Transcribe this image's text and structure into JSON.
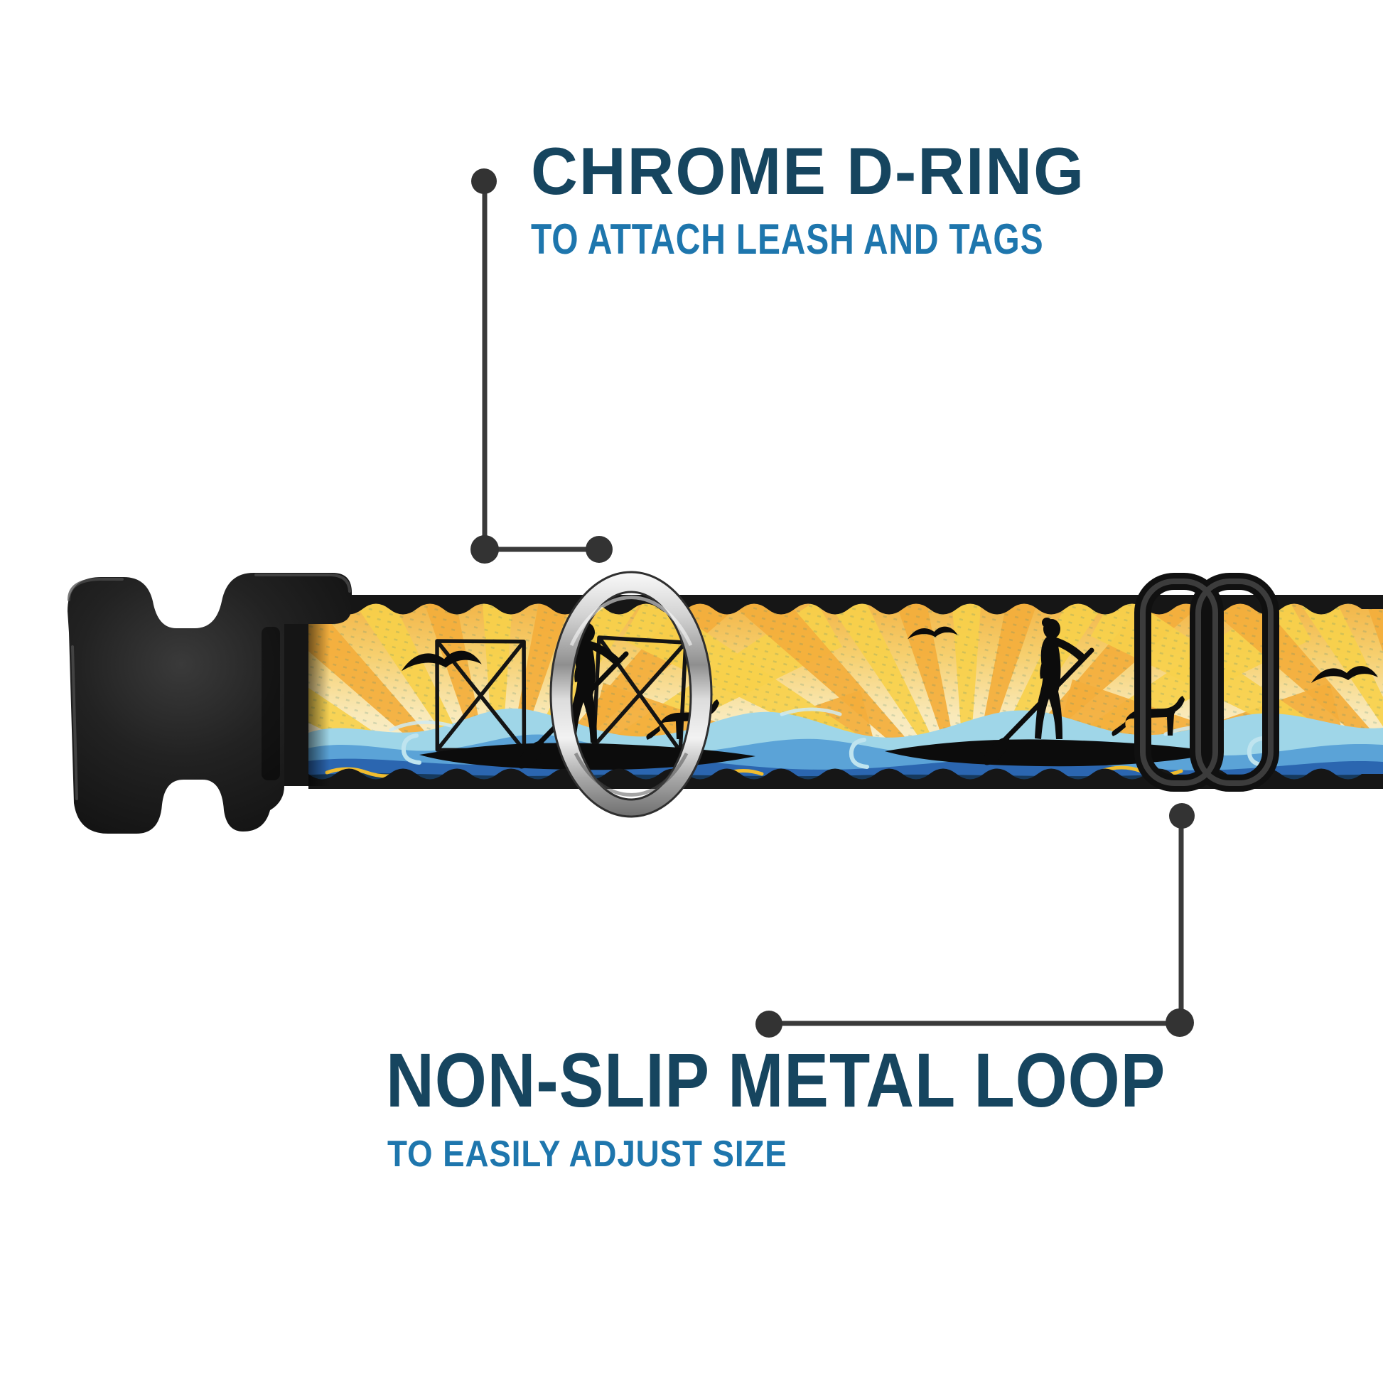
{
  "callouts": {
    "d_ring": {
      "title": "CHROME D-RING",
      "subtitle": "TO ATTACH LEASH AND TAGS"
    },
    "metal_loop": {
      "title": "NON-SLIP METAL LOOP",
      "subtitle": "TO EASILY ADJUST SIZE"
    }
  },
  "colors": {
    "background": "#ffffff",
    "title_text": "#16455f",
    "subtitle_text": "#1e76ad",
    "callout_line": "#3a3a3a",
    "callout_dot": "#333333",
    "buckle_plastic": "#1e1e1e",
    "chrome_ring": "#c9c9c9",
    "webbing_edge_black": "#161616",
    "webbing_ray_yellow": "#f7d04a",
    "webbing_ray_orange": "#f3ae3c",
    "wave_light": "#9fd6e8",
    "wave_mid": "#57a0d6",
    "wave_deep": "#2b66b0",
    "wave_navy": "#16395c",
    "silhouette_black": "#0c0c0c"
  }
}
